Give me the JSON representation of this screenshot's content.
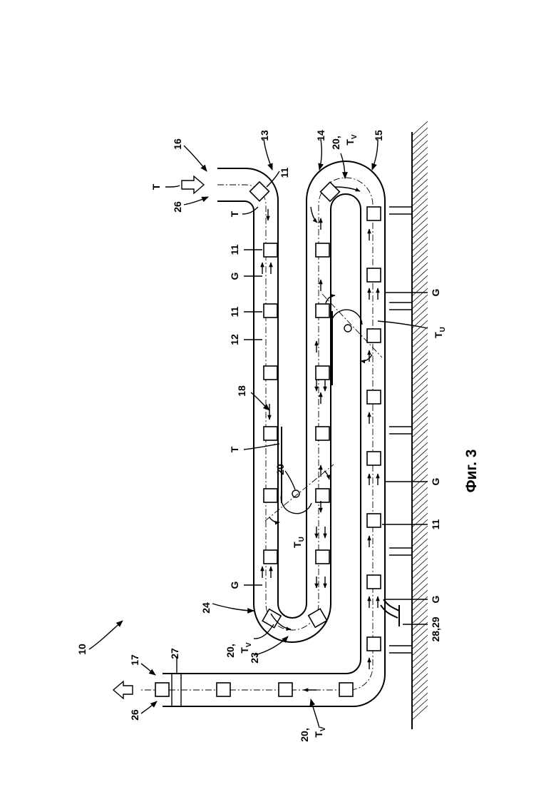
{
  "figure": {
    "caption": "Фиг. 3",
    "labels": {
      "ref_10": "10",
      "ref_11": "11",
      "ref_12": "12",
      "ref_13": "13",
      "ref_14": "14",
      "ref_15": "15",
      "ref_16": "16",
      "ref_17": "17",
      "ref_18": "18",
      "ref_20": "20",
      "ref_20_comma": "20,",
      "ref_23": "23",
      "ref_24": "24",
      "ref_26": "26",
      "ref_27": "27",
      "ref_28_29": "28,29",
      "T": "T",
      "G": "G",
      "T_base": "T",
      "sub_U": "U",
      "sub_V": "V"
    }
  }
}
